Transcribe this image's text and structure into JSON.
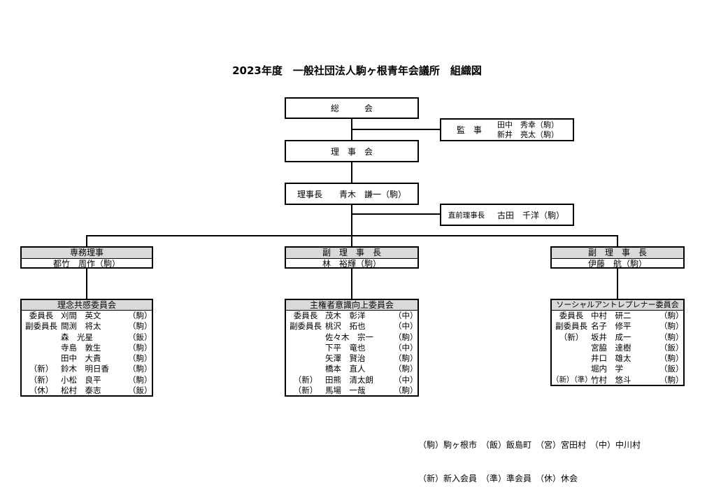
{
  "title": "2023年度　一般社団法人駒ヶ根青年会議所　組織図",
  "general_meeting": "総　　　会",
  "auditors": {
    "label": "監　事",
    "members": [
      "田中　秀幸（駒）",
      "新井　亮太（駒）"
    ]
  },
  "board": "理　事　会",
  "president": "理事長　　青木　謙一（駒）",
  "past_president": {
    "label": "直前理事長",
    "name": "古田　千洋（駒）"
  },
  "officers": [
    {
      "role": "専務理事",
      "name": "都竹　周作（駒）"
    },
    {
      "role": "副　理　事　長",
      "name": "林　裕輝（駒）"
    },
    {
      "role": "副　理　事　長",
      "name": "伊藤　航（駒）"
    }
  ],
  "committees": [
    {
      "name": "理念共感委員会",
      "members": [
        {
          "role": "委員長",
          "name": "刈間　英文",
          "place": "（駒）"
        },
        {
          "role": "副委員長",
          "name": "間渕　将太",
          "place": "（駒）"
        },
        {
          "role": "",
          "name": "森　光星",
          "place": "（飯）"
        },
        {
          "role": "",
          "name": "寺島　敦生",
          "place": "（駒）"
        },
        {
          "role": "",
          "name": "田中　大貴",
          "place": "（駒）"
        },
        {
          "role": "（新）",
          "name": "鈴木　明日香",
          "place": "（駒）"
        },
        {
          "role": "（新）",
          "name": "小松　良平",
          "place": "（駒）"
        },
        {
          "role": "（休）",
          "name": "松村　泰志",
          "place": "（飯）"
        }
      ]
    },
    {
      "name": "主権者意識向上委員会",
      "members": [
        {
          "role": "委員長",
          "name": "茂木　彰洋",
          "place": "（中）"
        },
        {
          "role": "副委員長",
          "name": "桃沢　拓也",
          "place": "（中）"
        },
        {
          "role": "",
          "name": "佐々木　宗一",
          "place": "（駒）"
        },
        {
          "role": "",
          "name": "下平　竜也",
          "place": "（中）"
        },
        {
          "role": "",
          "name": "矢澤　賢治",
          "place": "（駒）"
        },
        {
          "role": "",
          "name": "橋本　直人",
          "place": "（駒）"
        },
        {
          "role": "（新）",
          "name": "田熊　清太朗",
          "place": "（中）"
        },
        {
          "role": "（新）",
          "name": "馬場　一哉",
          "place": "（駒）"
        }
      ]
    },
    {
      "name": "ソーシャルアントレプレナー委員会",
      "members": [
        {
          "role": "委員長",
          "name": "中村　研二",
          "place": "（駒）"
        },
        {
          "role": "副委員長",
          "name": "名子　修平",
          "place": "（駒）"
        },
        {
          "role": "（新）",
          "name": "坂井　成一",
          "place": "（駒）"
        },
        {
          "role": "",
          "name": "宮脇　達樹",
          "place": "（飯）"
        },
        {
          "role": "",
          "name": "井口　雄太",
          "place": "（駒）"
        },
        {
          "role": "",
          "name": "堀内　学",
          "place": "（飯）"
        },
        {
          "role": "（新）（準）",
          "name": "竹村　悠斗",
          "place": "（駒）"
        }
      ]
    }
  ],
  "legend": {
    "line1": "（駒）駒ヶ根市　（飯）飯島町　（宮）宮田村　（中）中川村",
    "line2": "（新）新入会員　（準）準会員　（休）休会"
  }
}
